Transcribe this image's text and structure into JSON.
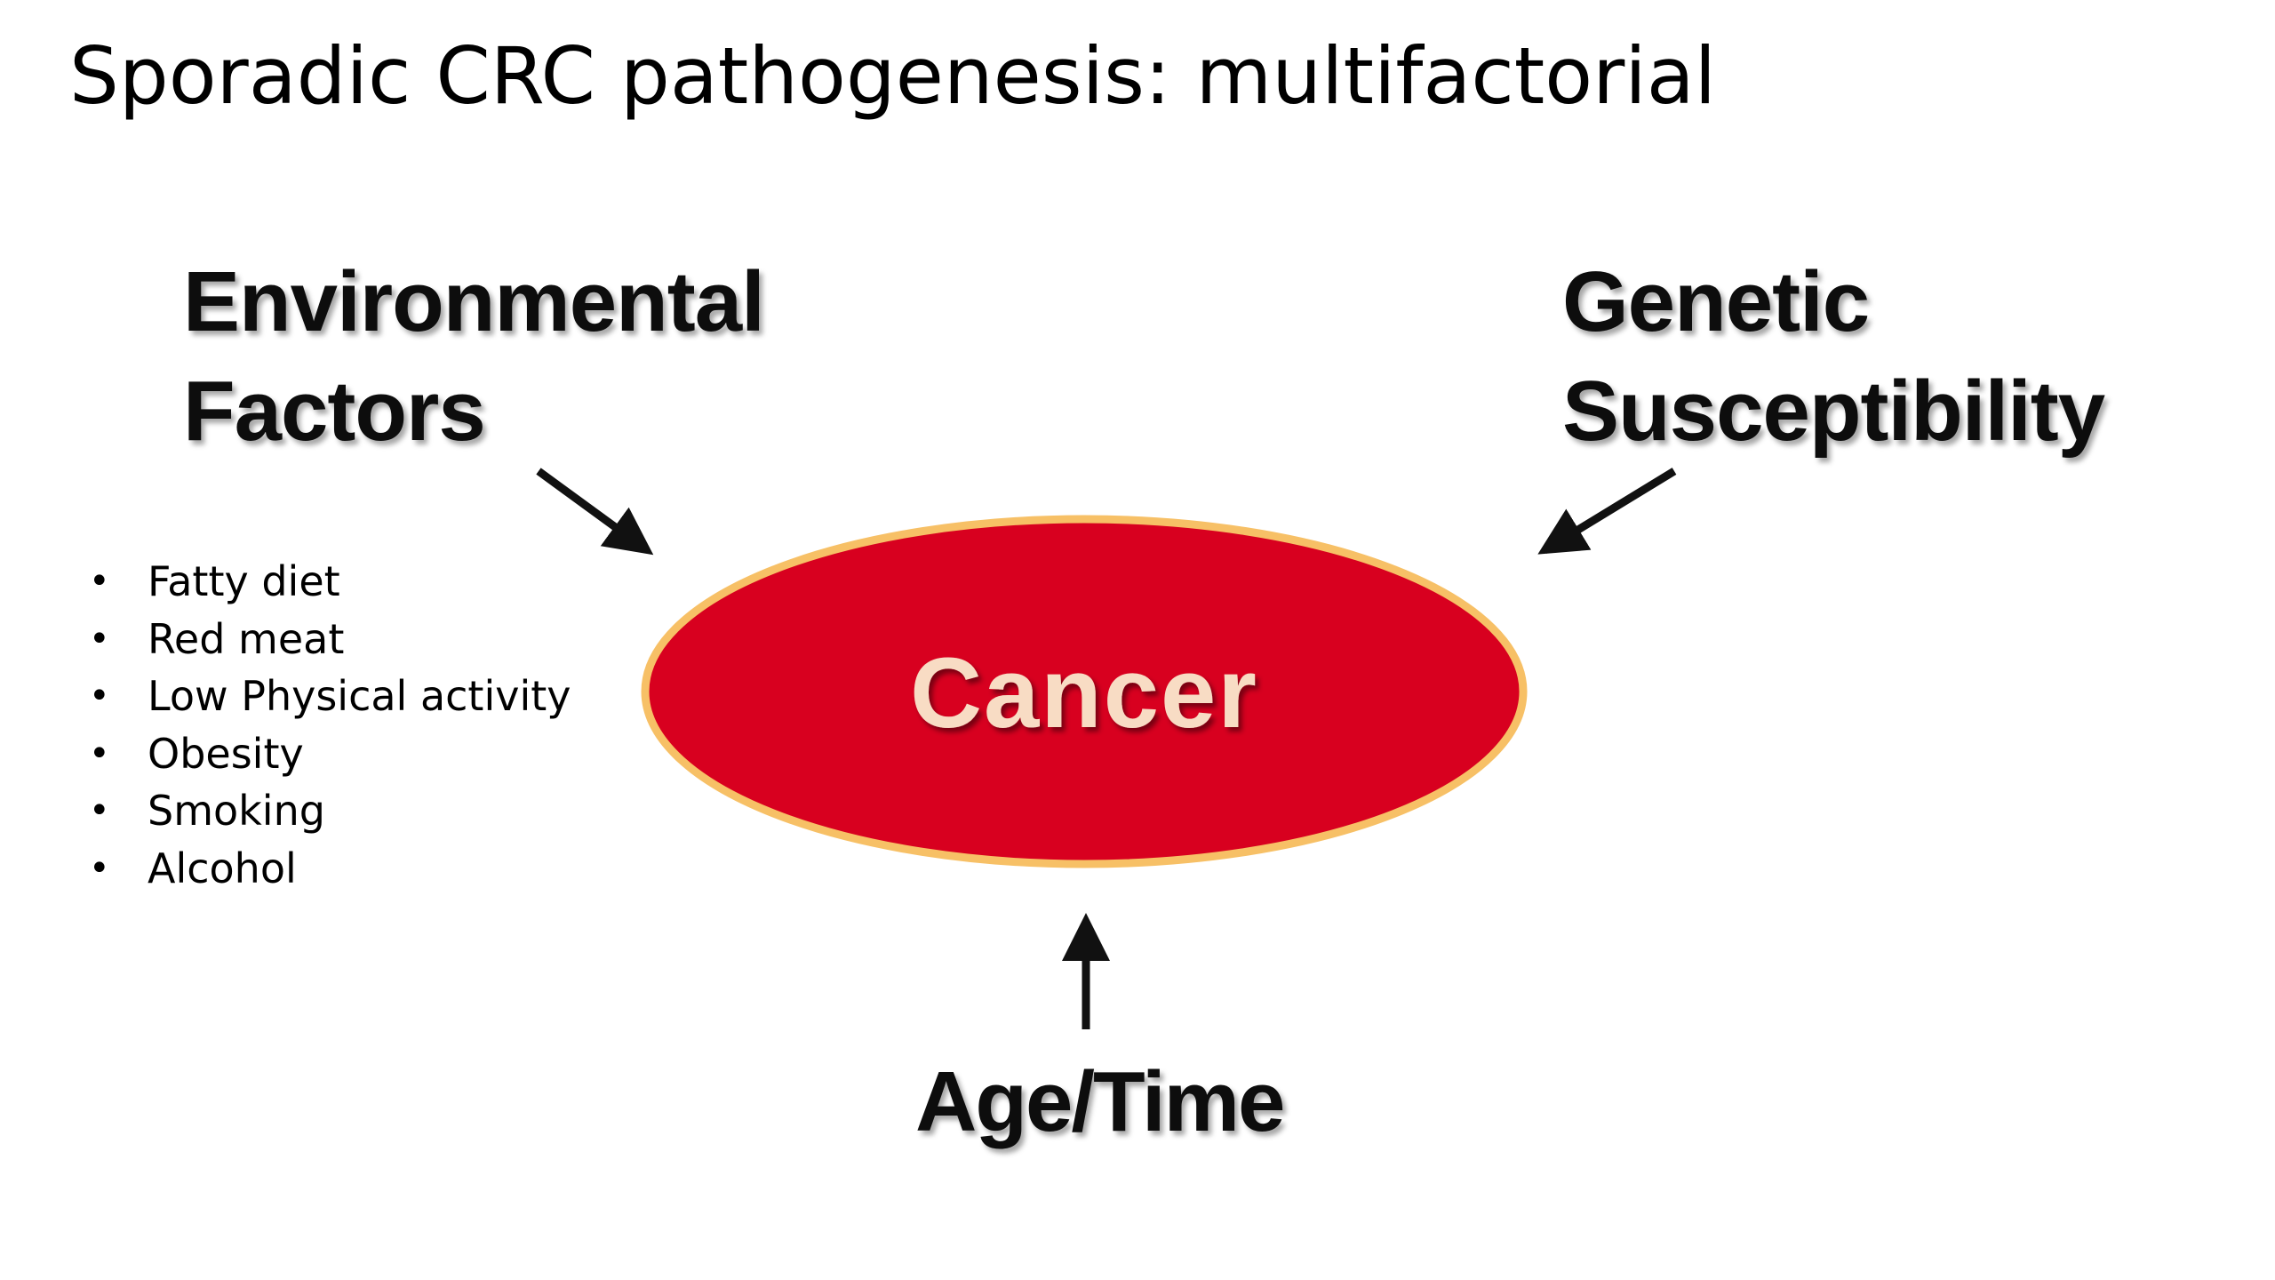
{
  "slide": {
    "title": "Sporadic CRC pathogenesis: multifactorial"
  },
  "diagram": {
    "center": {
      "label": "Cancer",
      "fill_color": "#d8001f",
      "border_color": "#f7c066",
      "text_color": "#f8dcc4"
    },
    "environmental": {
      "line1": "Environmental",
      "line2": "Factors",
      "items": [
        "Fatty diet",
        "Red meat",
        "Low Physical activity",
        "Obesity",
        "Smoking",
        "Alcohol"
      ]
    },
    "genetic": {
      "line1": "Genetic",
      "line2": "Susceptibility"
    },
    "age": {
      "label": "Age/Time"
    },
    "arrow_color": "#111111"
  }
}
